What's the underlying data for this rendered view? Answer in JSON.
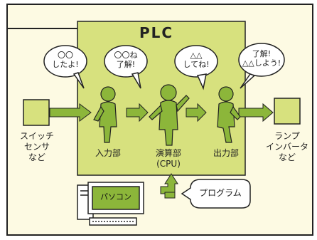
{
  "diagram": {
    "title": "PLC",
    "colors": {
      "frame_bg": "#fdfae3",
      "plc_fill": "#d7e17e",
      "accent_green": "#8cb63a",
      "line": "#222222"
    },
    "bubbles": [
      {
        "text": "〇〇\nしたよ!"
      },
      {
        "text": "〇〇ね\n了解!"
      },
      {
        "text": "△△\nしてね!"
      },
      {
        "text": "了解!\n△△しよう!"
      }
    ],
    "inputs_label": "スイッチ\nセンサ\nなど",
    "outputs_label": "ランプ\nインバータ\nなど",
    "input_unit_label": "入力部",
    "cpu_label": "演算部\n(CPU)",
    "output_unit_label": "出力部",
    "pc_label": "パソコン",
    "program_label": "プログラム"
  }
}
